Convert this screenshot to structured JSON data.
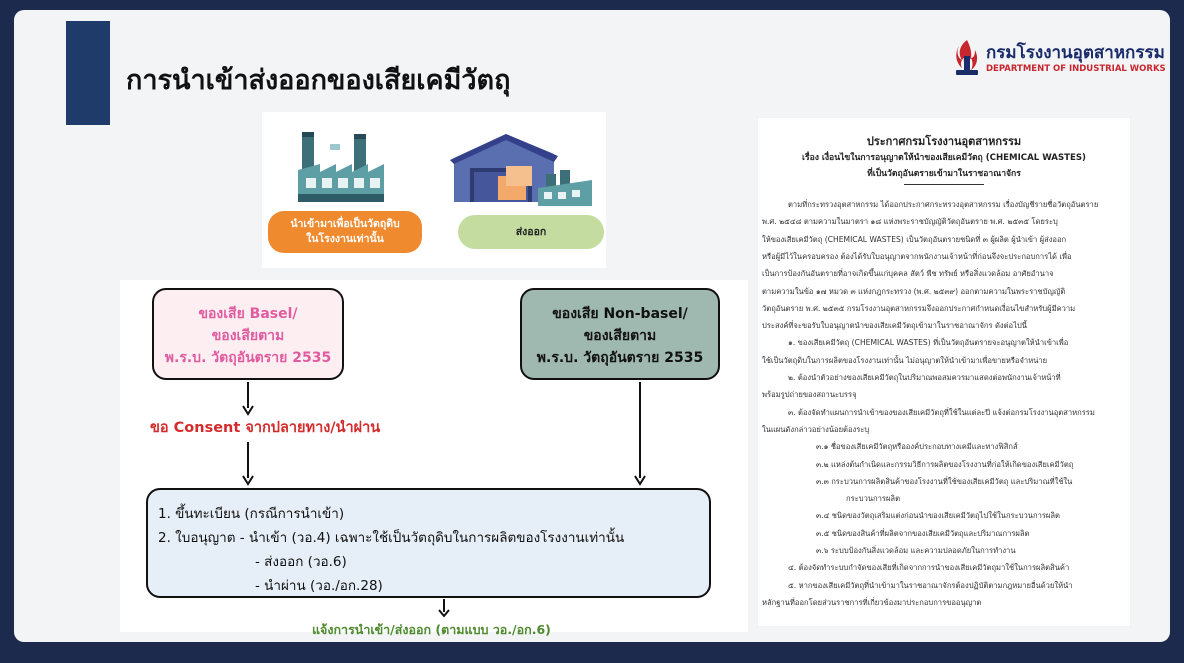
{
  "slide": {
    "title": "การนำเข้าส่งออกของเสียเคมีวัตถุ",
    "accent_color": "#1f3b69"
  },
  "logo": {
    "thai": "กรมโรงงานอุตสาหกรรม",
    "english": "DEPARTMENT OF INDUSTRIAL WORKS"
  },
  "top_icons": {
    "factory_icon": "factory-icon",
    "warehouse_icon": "warehouse-icon",
    "import_pill_bold": "นำเข้า",
    "import_pill_rest": "มาเพื่อเป็นวัตถุดิบ",
    "import_pill_line2": "ในโรงงานเท่านั้น",
    "export_pill": "ส่งออก"
  },
  "flow": {
    "basel_lines": [
      "ของเสีย Basel/",
      "ของเสียตาม",
      "พ.ร.บ. วัตถุอันตราย 2535"
    ],
    "nonbasel_lines": [
      "ของเสีย Non-basel/",
      "ของเสียตาม",
      "พ.ร.บ. วัตถุอันตราย 2535"
    ],
    "consent": "ขอ Consent จากปลายทาง/นำผ่าน",
    "registration": {
      "line1": "1. ขึ้นทะเบียน (กรณีการนำเข้า)",
      "line2": "2. ใบอนุญาต  - นำเข้า (วอ.4) เฉพาะใช้เป็นวัตถุดิบในการผลิตของโรงงานเท่านั้น",
      "line3": "- ส่งออก (วอ.6)",
      "line4": "- นำผ่าน (วอ./อก.28)"
    },
    "notify": "แจ้งการนำเข้า/ส่งออก (ตามแบบ วอ./อก.6)",
    "colors": {
      "basel_fill": "#fdeff1",
      "basel_text": "#e05ca0",
      "nonbasel_fill": "#9fb8b0",
      "consent_text": "#d42c2c",
      "registration_fill": "#e6eef7",
      "notify_text": "#4e8a2e"
    }
  },
  "document": {
    "heading1": "ประกาศกรมโรงงานอุตสาหกรรม",
    "heading2": "เรื่อง เงื่อนไขในการอนุญาตให้นำของเสียเคมีวัตถุ (CHEMICAL WASTES)",
    "heading3": "ที่เป็นวัตถุอันตรายเข้ามาในราชอาณาจักร",
    "paragraphs": [
      "ตามที่กระทรวงอุตสาหกรรม ได้ออกประกาศกระทรวงอุตสาหกรรม เรื่องบัญชีรายชื่อวัตถุอันตราย",
      "พ.ศ. ๒๕๔๘ ตามความในมาตรา ๑๘ แห่งพระราชบัญญัติวัตถุอันตราย พ.ศ. ๒๕๓๕ โดยระบุ",
      "ให้ของเสียเคมีวัตถุ (CHEMICAL WASTES) เป็นวัตถุอันตรายชนิดที่ ๓ ผู้ผลิต ผู้นำเข้า ผู้ส่งออก",
      "หรือผู้มีไว้ในครอบครอง ต้องได้รับใบอนุญาตจากพนักงานเจ้าหน้าที่ก่อนจึงจะประกอบการได้ เพื่อ",
      "เป็นการป้องกันอันตรายที่อาจเกิดขึ้นแก่บุคคล สัตว์ พืช ทรัพย์ หรือสิ่งแวดล้อม อาศัยอำนาจ",
      "ตามความในข้อ ๑๗ หมวด ๓ แห่งกฎกระทรวง (พ.ศ. ๒๕๓๙) ออกตามความในพระราชบัญญัติ",
      "วัตถุอันตราย พ.ศ. ๒๕๓๕ กรมโรงงานอุตสาหกรรมจึงออกประกาศกำหนดเงื่อนไขสำหรับผู้มีความ",
      "ประสงค์ที่จะขอรับใบอนุญาตนำของเสียเคมีวัตถุเข้ามาในราชอาณาจักร ดังต่อไปนี้",
      "๑. ของเสียเคมีวัตถุ (CHEMICAL WASTES) ที่เป็นวัตถุอันตรายจะอนุญาตให้นำเข้าเพื่อ",
      "ใช้เป็นวัตถุดิบในการผลิตของโรงงานเท่านั้น ไม่อนุญาตให้นำเข้ามาเพื่อขายหรือจำหน่าย",
      "๒. ต้องนำตัวอย่างของเสียเคมีวัตถุในปริมาณพอสมควรมาแสดงต่อพนักงานเจ้าหน้าที่",
      "พร้อมรูปถ่ายของสถานะบรรจุ",
      "๓. ต้องจัดทำแผนการนำเข้าของของเสียเคมีวัตถุที่ใช้ในแต่ละปี แจ้งต่อกรมโรงงานอุตสาหกรรม",
      "ในแผนดังกล่าวอย่างน้อยต้องระบุ",
      "๓.๑ ชื่อของเสียเคมีวัตถุหรือองค์ประกอบทางเคมีและทางฟิสิกส์",
      "๓.๒ แหล่งต้นกำเนิดและกรรมวิธีการผลิตของโรงงานที่ก่อให้เกิดของเสียเคมีวัตถุ",
      "๓.๓ กระบวนการผลิตสินค้าของโรงงานที่ใช้ของเสียเคมีวัตถุ และปริมาณที่ใช้ใน",
      "กระบวนการผลิต",
      "๓.๔ ชนิดของวัตถุเสริมแต่งก่อนนำของเสียเคมีวัตถุไปใช้ในกระบวนการผลิต",
      "๓.๕ ชนิดของสินค้าที่ผลิตจากของเสียเคมีวัตถุและปริมาณการผลิต",
      "๓.๖ ระบบป้องกันสิ่งแวดล้อม และความปลอดภัยในการทำงาน",
      "๔. ต้องจัดทำระบบกำจัดของเสียที่เกิดจากการนำของเสียเคมีวัตถุมาใช้ในการผลิตสินค้า",
      "๕. หากของเสียเคมีวัตถุที่นำเข้ามาในราชอาณาจักรต้องปฏิบัติตามกฎหมายอื่นด้วยให้นำ",
      "หลักฐานที่ออกโดยส่วนราชการที่เกี่ยวข้องมาประกอบการขออนุญาต"
    ]
  }
}
